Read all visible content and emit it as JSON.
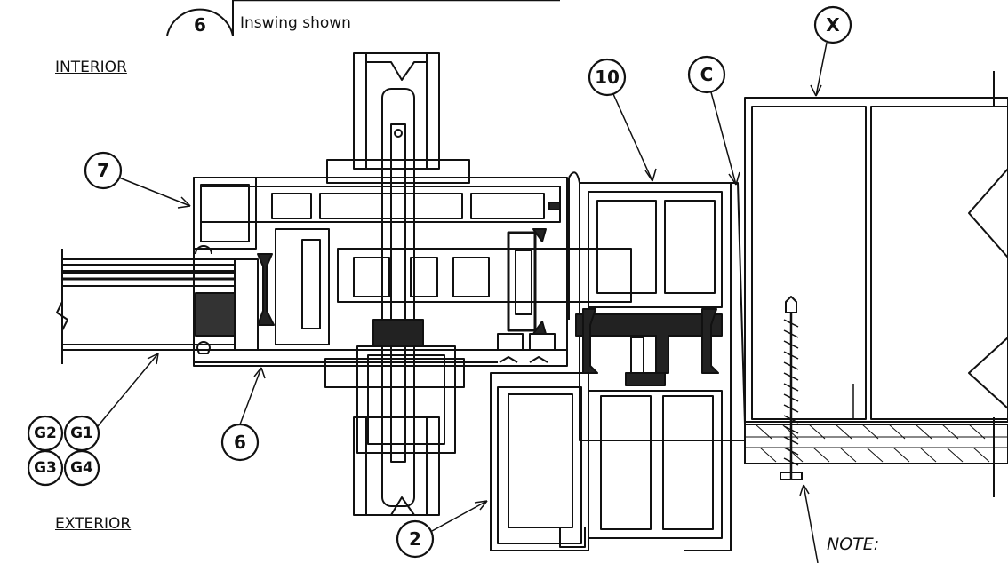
{
  "header": {
    "detail_number": "6",
    "caption": "Inswing shown"
  },
  "labels": {
    "interior": "INTERIOR",
    "exterior": "EXTERIOR",
    "note": "NOTE:"
  },
  "callouts": {
    "seven": "7",
    "six": "6",
    "ten": "10",
    "c": "C",
    "x": "X",
    "two": "2",
    "g1": "G1",
    "g2": "G2",
    "g3": "G3",
    "g4": "G4"
  }
}
